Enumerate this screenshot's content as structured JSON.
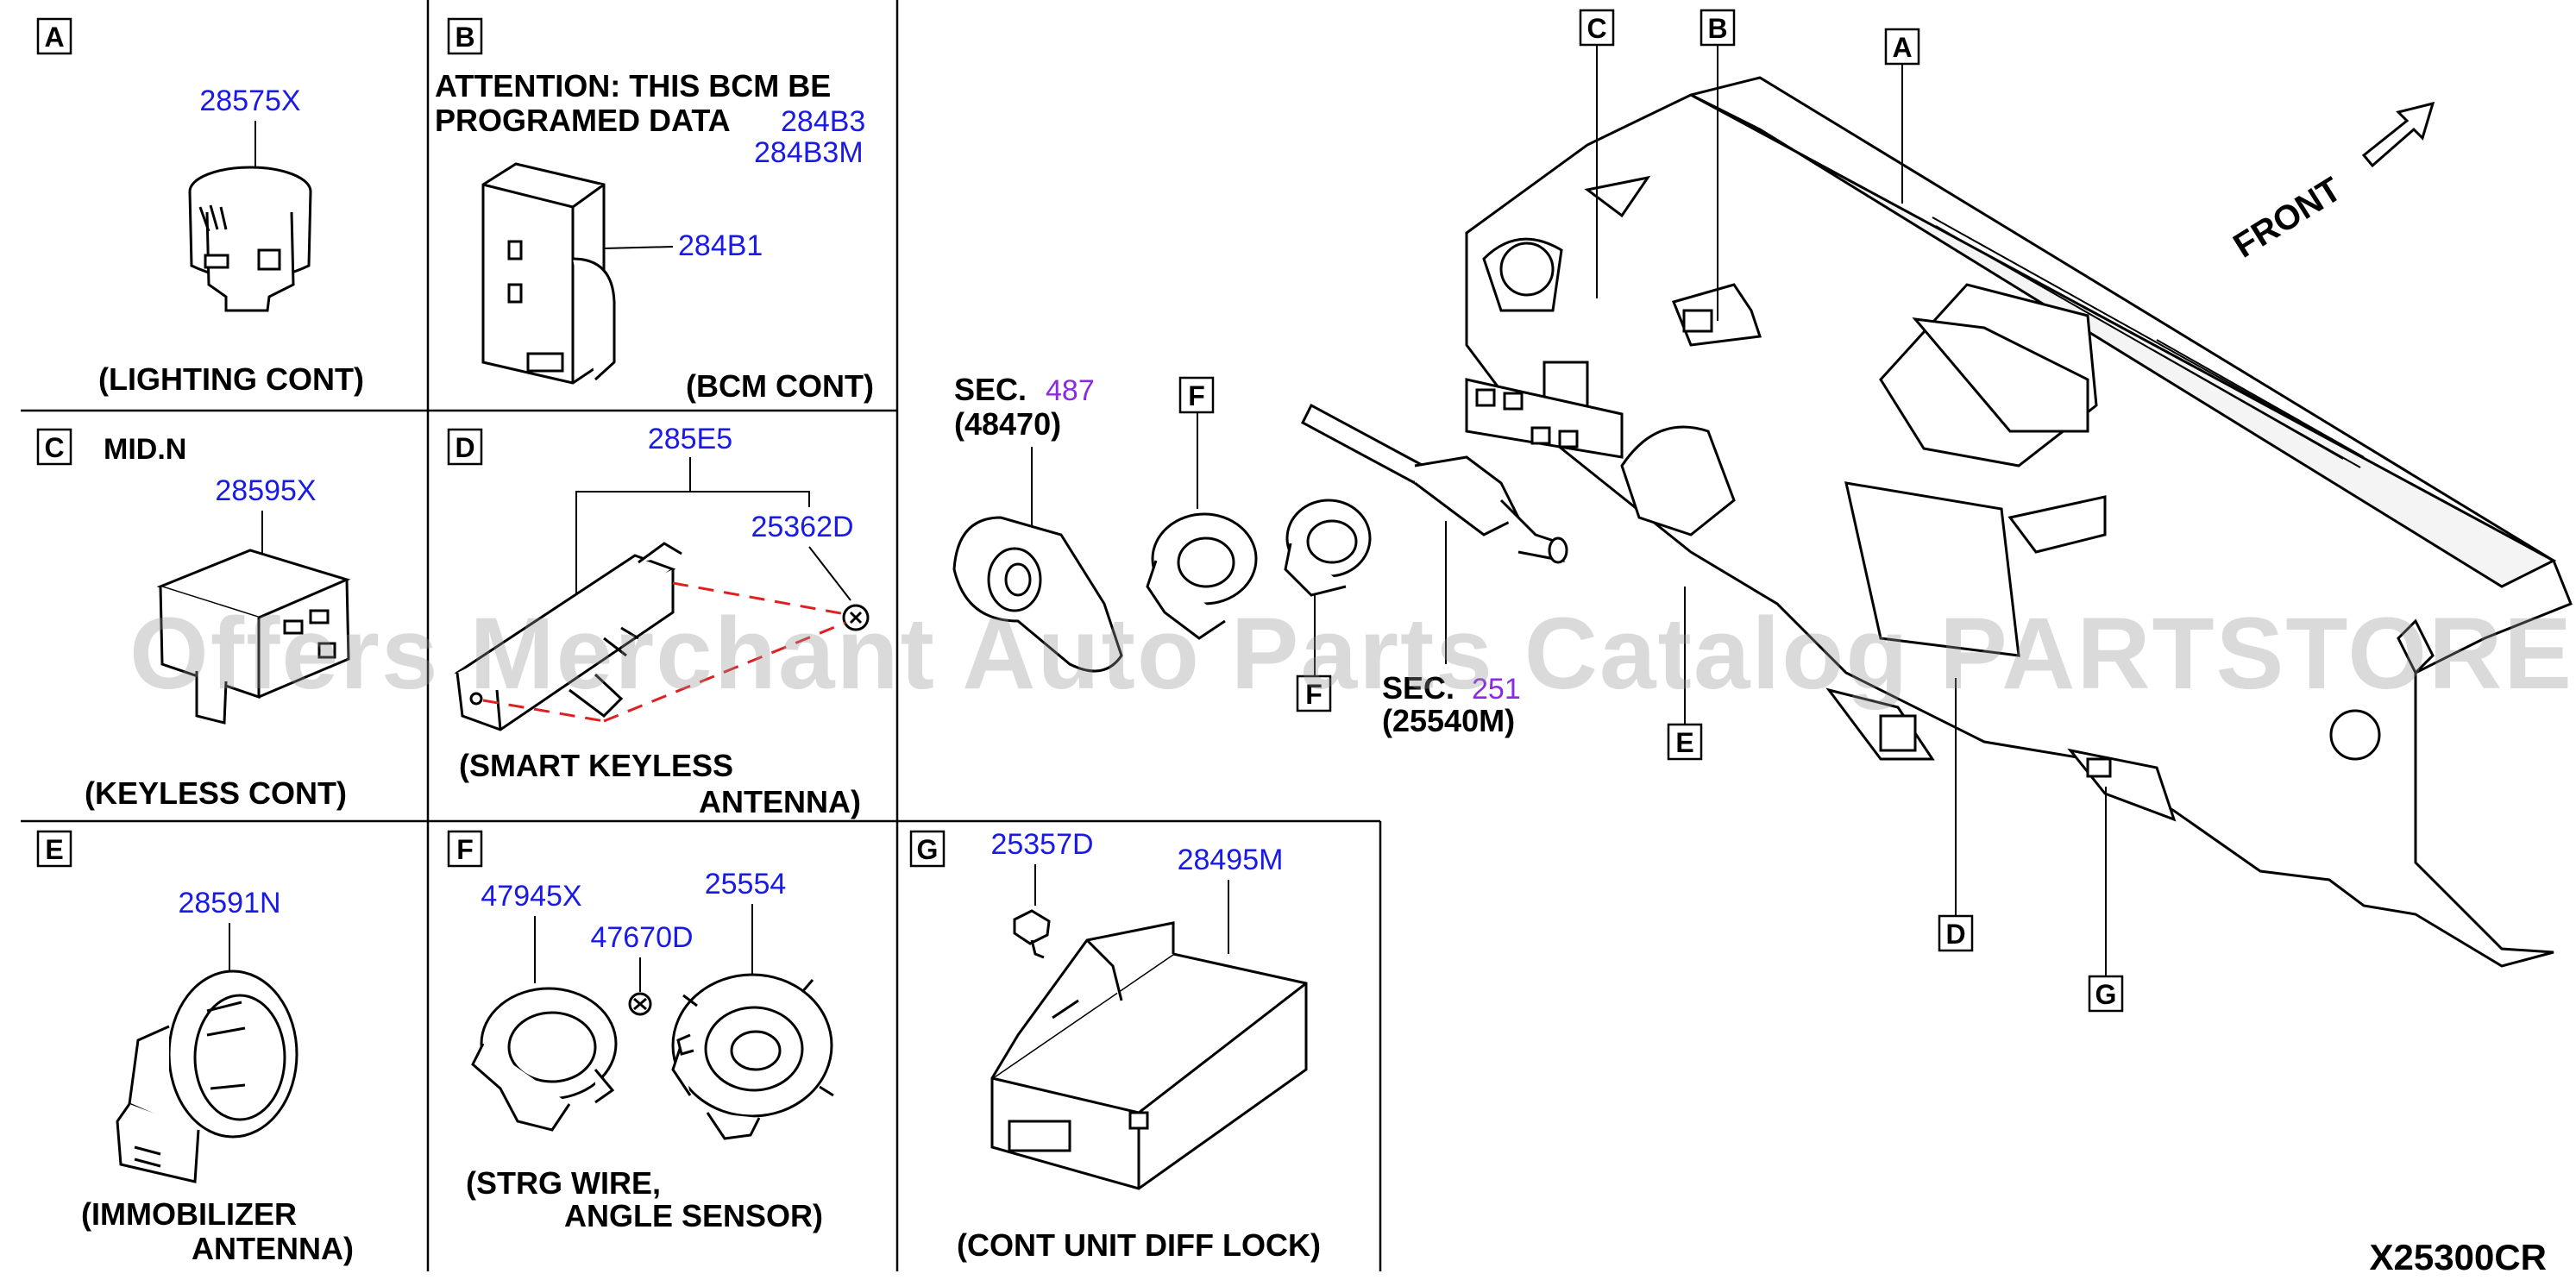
{
  "colors": {
    "part_no": "#1a1ae6",
    "sec_ref": "#8a2be2",
    "line": "#000000",
    "leader_dashed": "#e02020",
    "watermark": "#9a9a9a"
  },
  "watermark": "Offers Merchant Auto Parts Catalog PARTSTORE.SA",
  "diagram_code": "X25300CR",
  "panels": {
    "A": {
      "letter": "A",
      "parts": [
        "28575X"
      ],
      "caption": "(LIGHTING CONT)"
    },
    "B": {
      "letter": "B",
      "note_line1": "ATTENTION: THIS BCM BE",
      "note_line2": "PROGRAMED DATA",
      "parts": [
        "284B3",
        "284B3M",
        "284B1"
      ],
      "caption": "(BCM CONT)"
    },
    "C": {
      "letter": "C",
      "variant": "MID.N",
      "parts": [
        "28595X"
      ],
      "caption": "(KEYLESS CONT)"
    },
    "D": {
      "letter": "D",
      "parts": [
        "285E5",
        "25362D"
      ],
      "caption_line1": "(SMART KEYLESS",
      "caption_line2": "ANTENNA)"
    },
    "E": {
      "letter": "E",
      "parts": [
        "28591N"
      ],
      "caption_line1": "(IMMOBILIZER",
      "caption_line2": "ANTENNA)"
    },
    "F": {
      "letter": "F",
      "parts": [
        "47945X",
        "47670D",
        "25554"
      ],
      "caption_line1": "(STRG WIRE,",
      "caption_line2": "ANGLE SENSOR)"
    },
    "G": {
      "letter": "G",
      "parts": [
        "25357D",
        "28495M"
      ],
      "caption": "(CONT UNIT DIFF LOCK)"
    }
  },
  "main": {
    "sec1": {
      "prefix": "SEC.",
      "num": "487",
      "sub": "(48470)"
    },
    "sec2": {
      "prefix": "SEC.",
      "num": "251",
      "sub": "(25540M)"
    },
    "front_label": "FRONT",
    "callouts": [
      "C",
      "B",
      "A",
      "F",
      "F",
      "E",
      "D",
      "G"
    ]
  }
}
